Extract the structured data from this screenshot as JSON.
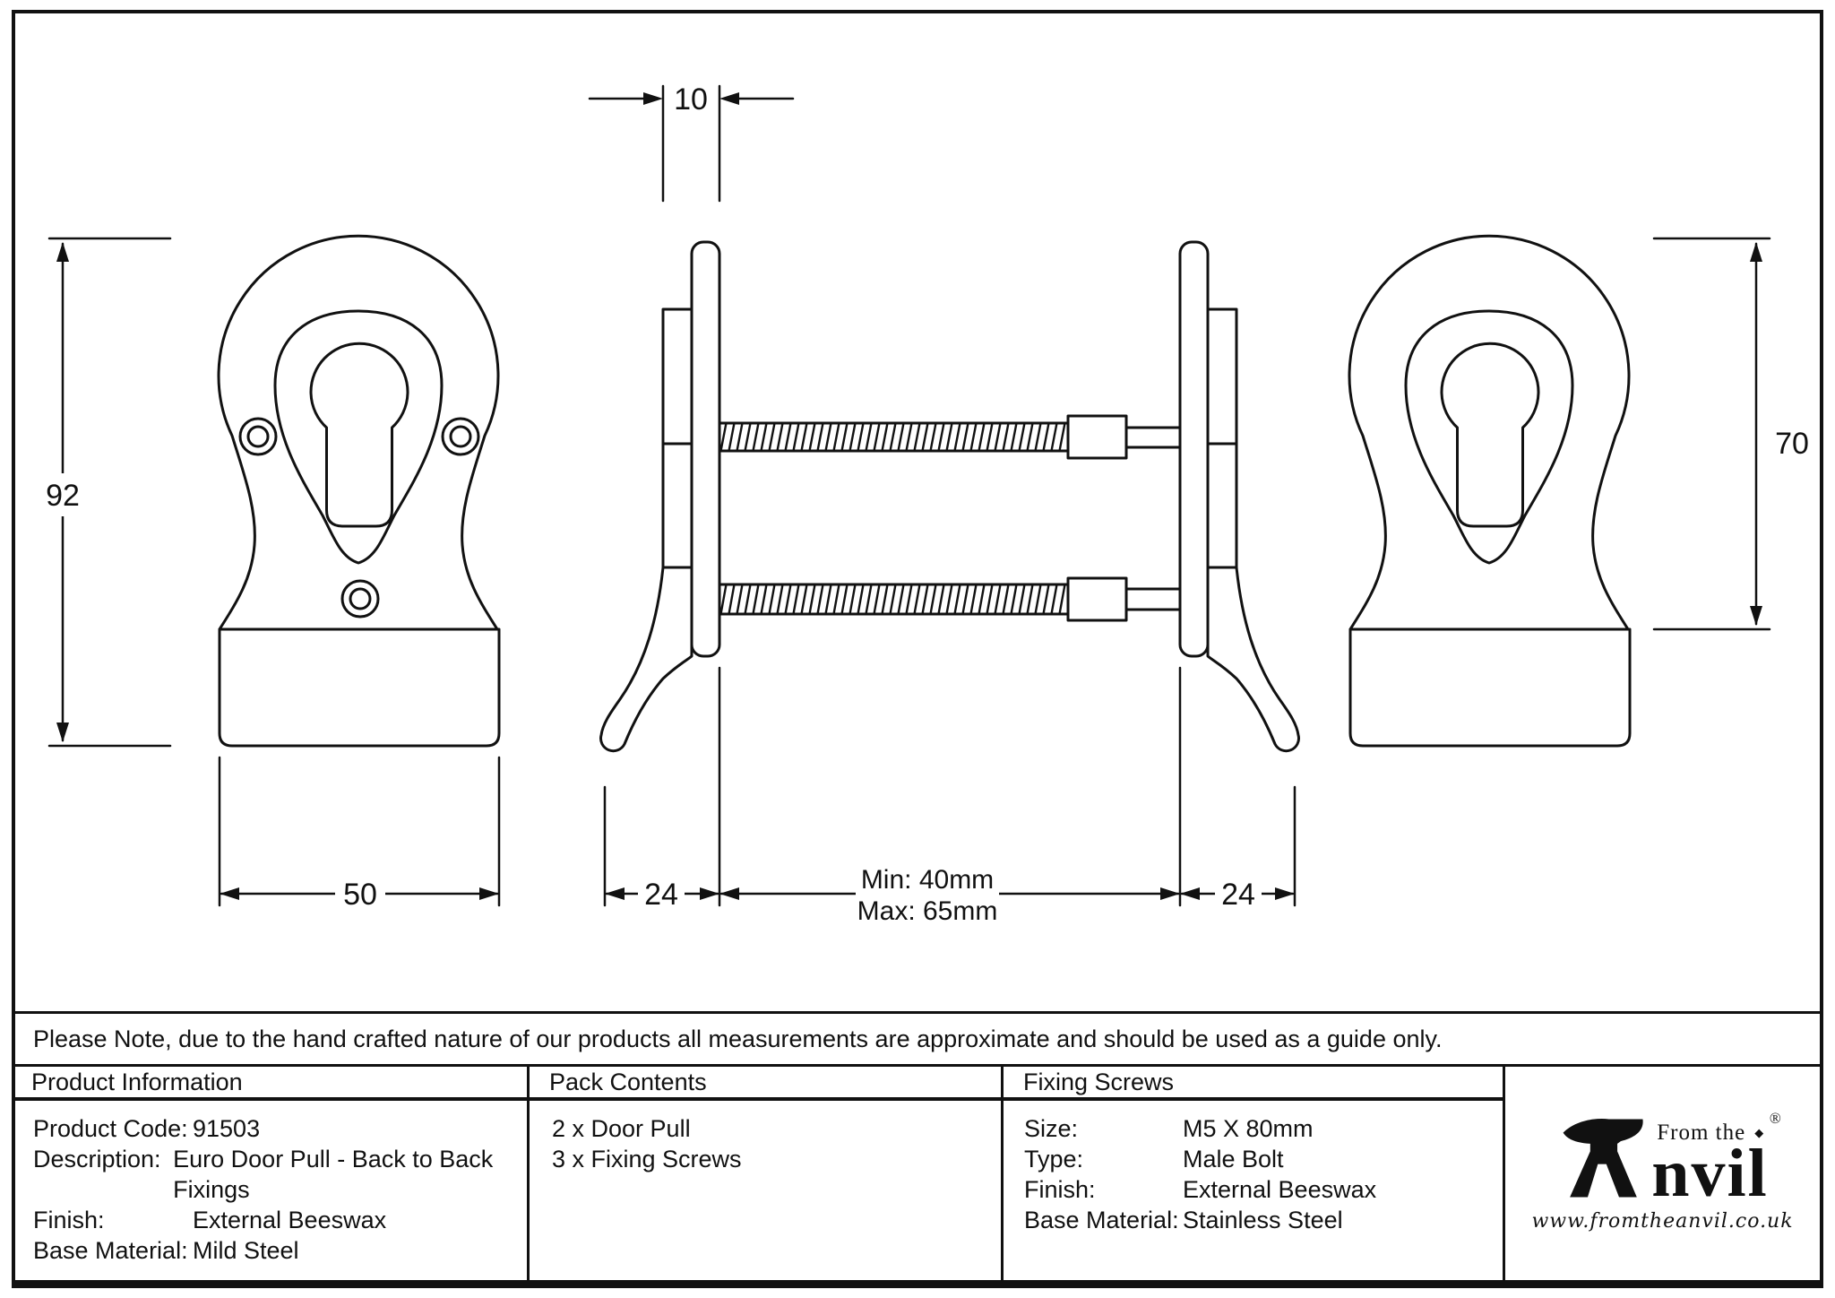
{
  "drawing": {
    "dim_front_height": "92",
    "dim_front_width": "50",
    "dim_plate_thickness": "10",
    "dim_projection_left": "24",
    "dim_projection_right": "24",
    "dim_door_min": "Min: 40mm",
    "dim_door_max": "Max: 65mm",
    "dim_back_height": "70"
  },
  "note": "Please Note, due to the hand crafted nature of our products all measurements are approximate and should be used as a guide only.",
  "table": {
    "product_information": {
      "header": "Product Information",
      "rows": [
        {
          "label": "Product Code:",
          "value": "91503"
        },
        {
          "label": "Description:",
          "value": "Euro Door Pull - Back to Back Fixings"
        },
        {
          "label": "Finish:",
          "value": "External Beeswax"
        },
        {
          "label": "Base Material:",
          "value": "Mild Steel"
        }
      ]
    },
    "pack_contents": {
      "header": "Pack Contents",
      "items": [
        "2 x Door Pull",
        "3 x Fixing Screws"
      ]
    },
    "fixing_screws": {
      "header": "Fixing Screws",
      "rows": [
        {
          "label": "Size:",
          "value": "M5 X 80mm"
        },
        {
          "label": "Type:",
          "value": "Male Bolt"
        },
        {
          "label": "Finish:",
          "value": "External Beeswax"
        },
        {
          "label": "Base Material:",
          "value": "Stainless Steel"
        }
      ]
    }
  },
  "logo": {
    "from_the": "From the",
    "diamond": "◆",
    "word": "nvil",
    "registered": "®",
    "url": "www.fromtheanvil.co.uk"
  }
}
